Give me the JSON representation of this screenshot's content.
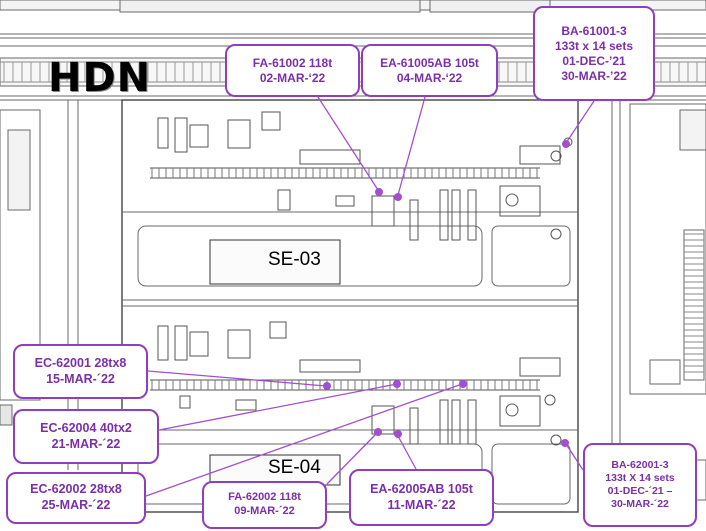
{
  "site_label": "HDN",
  "areas": [
    {
      "label": "SE-03"
    },
    {
      "label": "SE-04"
    }
  ],
  "callouts": [
    {
      "id": "fa61002",
      "lines": [
        "FA-61002 118t",
        "02-MAR-‘22"
      ]
    },
    {
      "id": "ea61005ab",
      "lines": [
        "EA-61005AB 105t",
        "04-MAR-‘22"
      ]
    },
    {
      "id": "ba61001",
      "lines": [
        "BA-61001-3",
        "133t x 14 sets",
        "01-DEC-’21",
        "30-MAR-’22"
      ]
    },
    {
      "id": "ec62001",
      "lines": [
        "EC-62001 28tx8",
        "15-MAR-´22"
      ]
    },
    {
      "id": "ec62004",
      "lines": [
        "EC-62004 40tx2",
        "21-MAR-´22"
      ]
    },
    {
      "id": "ec62002",
      "lines": [
        "EC-62002 28tx8",
        "25-MAR-´22"
      ]
    },
    {
      "id": "fa62002",
      "lines": [
        "FA-62002 118t",
        "09-MAR-´22"
      ]
    },
    {
      "id": "ea62005ab",
      "lines": [
        "EA-62005AB 105t",
        "11-MAR-´22"
      ]
    },
    {
      "id": "ba62001",
      "lines": [
        "BA-62001-3",
        "133t X 14 sets",
        "01-DEC-´21 –",
        "30-MAR-´22"
      ]
    }
  ],
  "colors": {
    "callout_border": "#8e3fbd",
    "callout_text": "#7b2fa8",
    "leader_line": "#a24fd0",
    "drawing_line": "#555555"
  }
}
